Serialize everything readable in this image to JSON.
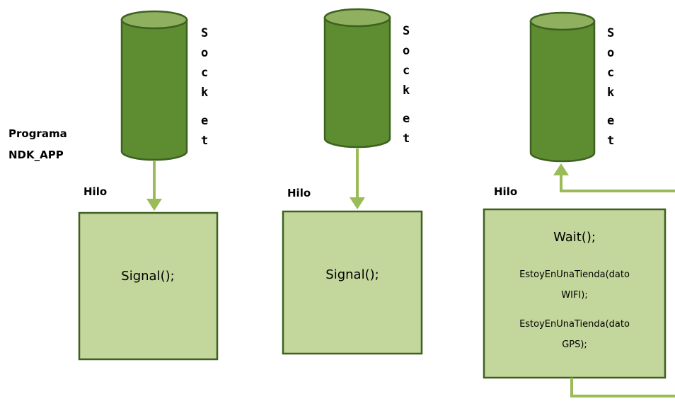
{
  "program_label": [
    "Programa",
    "NDK_APP"
  ],
  "socket_letters": [
    "S",
    "o",
    "c",
    "k",
    "e",
    "t"
  ],
  "thread_label": "Hilo",
  "columns": [
    {
      "box_lines": [
        "Signal();"
      ]
    },
    {
      "box_lines": [
        "Signal();"
      ]
    },
    {
      "box_lines": [
        "Wait();",
        "EstoyEnUnaTienda(dato",
        "WIFI);",
        "EstoyEnUnaTienda(dato",
        "GPS);"
      ]
    }
  ],
  "colors": {
    "cylinder": "#5e8c31",
    "cylinder_top": "#8fb05e",
    "box": "#c3d69b",
    "outline": "#3d6120",
    "arrow": "#9bbb59"
  }
}
